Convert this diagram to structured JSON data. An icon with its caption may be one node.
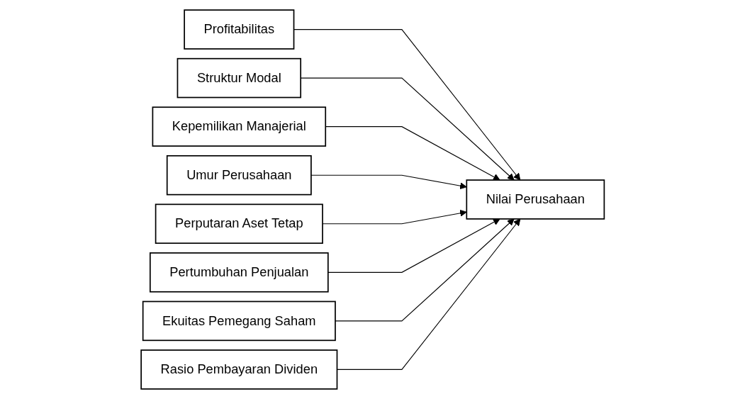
{
  "diagram": {
    "nodes": [
      {
        "text": [
          "Profitabilitas"
        ]
      },
      {
        "text": [
          "Struktur Modal"
        ]
      },
      {
        "text": [
          "Kepemilikan Manajerial"
        ]
      },
      {
        "text": [
          "Umur Perusahaan"
        ]
      },
      {
        "text": [
          "Perputaran Aset Tetap"
        ]
      },
      {
        "text": [
          "Pertumbuhan Penjualan"
        ]
      },
      {
        "text": [
          "Ekuitas Pemegang Saham"
        ]
      },
      {
        "text": [
          "Rasio Pembayaran Dividen"
        ]
      },
      {
        "text": [
          "Nilai Perusahaan"
        ]
      }
    ],
    "edges": [
      {
        "from": 0,
        "to": 8,
        "arrow": "to"
      },
      {
        "from": 1,
        "to": 8,
        "arrow": "to"
      },
      {
        "from": 2,
        "to": 8,
        "arrow": "to"
      },
      {
        "from": 3,
        "to": 8,
        "arrow": "to"
      },
      {
        "from": 4,
        "to": 8,
        "arrow": "to"
      },
      {
        "from": 5,
        "to": 8,
        "arrow": "to"
      },
      {
        "from": 6,
        "to": 8,
        "arrow": "to"
      },
      {
        "from": 7,
        "to": 8,
        "arrow": "to"
      }
    ]
  }
}
